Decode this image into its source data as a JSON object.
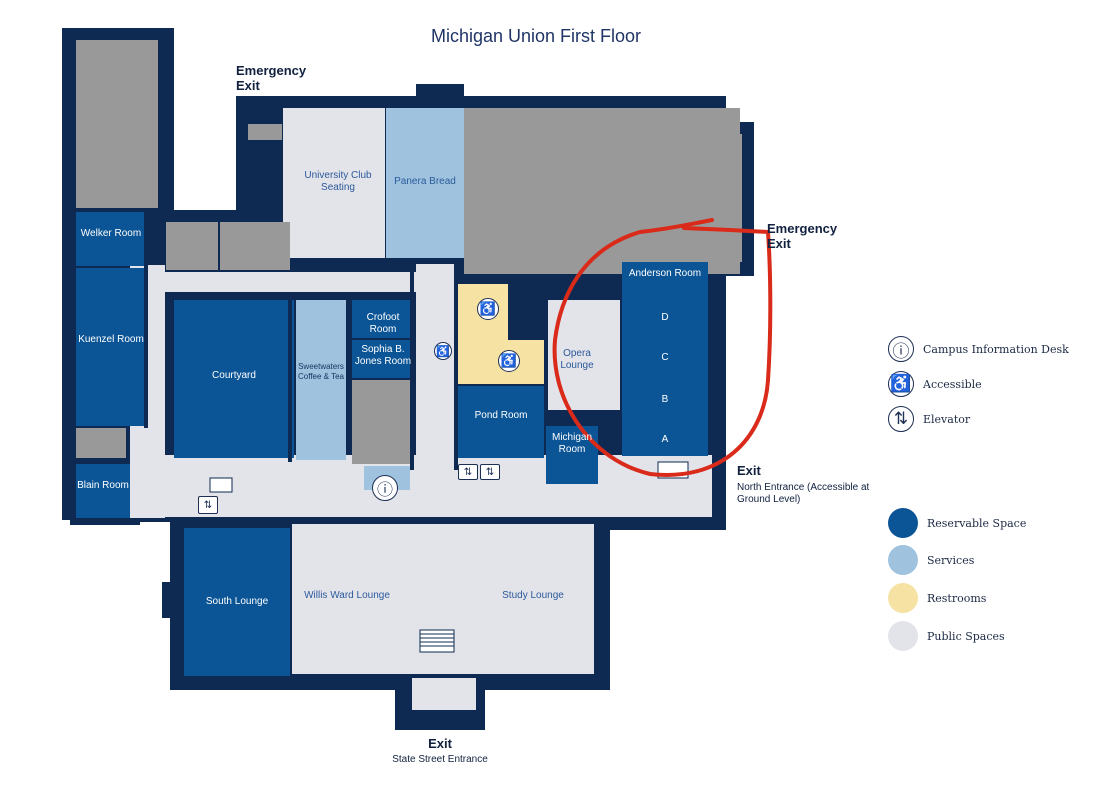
{
  "title": "Michigan Union First Floor",
  "colors": {
    "wall": "#0e2a52",
    "reservable": "#0b5596",
    "services": "#9fc3df",
    "restrooms": "#f6e2a3",
    "public": "#e3e3ea",
    "other": "#999999",
    "annotation": "#d92a1a"
  },
  "rooms": {
    "welker": "Welker Room",
    "kuenzel": "Kuenzel Room",
    "blain": "Blain Room",
    "courtyard": "Courtyard",
    "sweetwaters": "Sweetwaters Coffee & Tea",
    "crofoot": "Crofoot Room",
    "sophia": "Sophia B. Jones Room",
    "university_club": "University Club Seating",
    "panera": "Panera Bread",
    "opera": "Opera Lounge",
    "anderson": "Anderson Room",
    "anderson_sections": [
      "D",
      "C",
      "B",
      "A"
    ],
    "pond": "Pond Room",
    "michigan": "Michigan Room",
    "south_lounge": "South Lounge",
    "willis_ward": "Willis Ward Lounge",
    "study": "Study Lounge"
  },
  "exits": {
    "emergency_top": "Emergency Exit",
    "emergency_right": "Emergency Exit",
    "north_exit": "Exit",
    "north_sub": "North Entrance (Accessible at Ground Level)",
    "south_exit": "Exit",
    "south_sub": "State Street Entrance"
  },
  "icons": {
    "info": "info-icon",
    "accessible": "wheelchair-icon",
    "elevator": "elevator-icon"
  },
  "legend": {
    "symbols": [
      {
        "label": "Campus Information Desk",
        "icon": "info-icon"
      },
      {
        "label": "Accessible",
        "icon": "wheelchair-icon"
      },
      {
        "label": "Elevator",
        "icon": "elevator-icon"
      }
    ],
    "swatches": [
      {
        "label": "Reservable Space",
        "color": "#0b5596"
      },
      {
        "label": "Services",
        "color": "#9fc3df"
      },
      {
        "label": "Restrooms",
        "color": "#f6e2a3"
      },
      {
        "label": "Public Spaces",
        "color": "#e3e3ea"
      }
    ]
  }
}
